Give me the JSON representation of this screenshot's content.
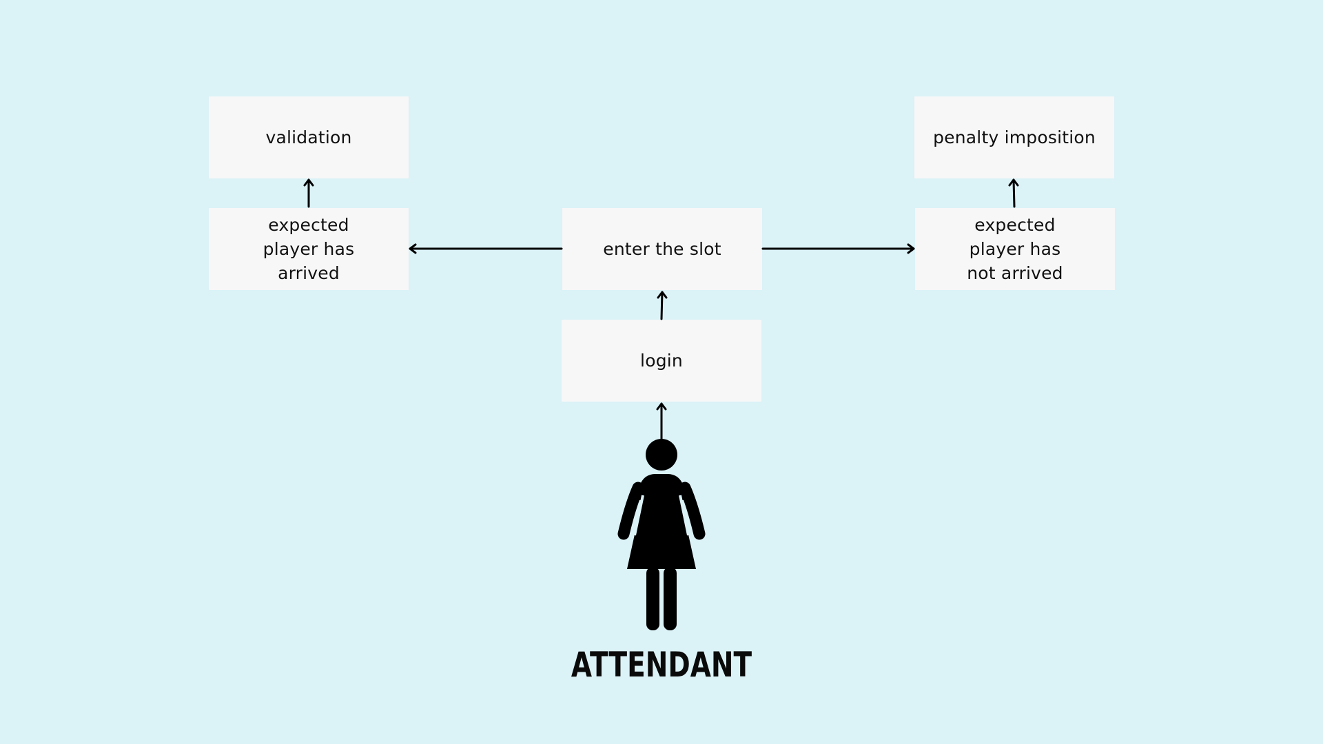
{
  "boxes": {
    "validation": "validation",
    "arrived": "expected\nplayer has\narrived",
    "slot": "enter the slot",
    "login": "login",
    "penalty": "penalty imposition",
    "not_arrived": "expected\nplayer has\nnot  arrived"
  },
  "actor": {
    "label": "ATTENDANT",
    "icon": "woman-person-icon"
  },
  "colors": {
    "background": "#dbf2f7",
    "box": "#f7f7f7",
    "ink": "#000000"
  }
}
